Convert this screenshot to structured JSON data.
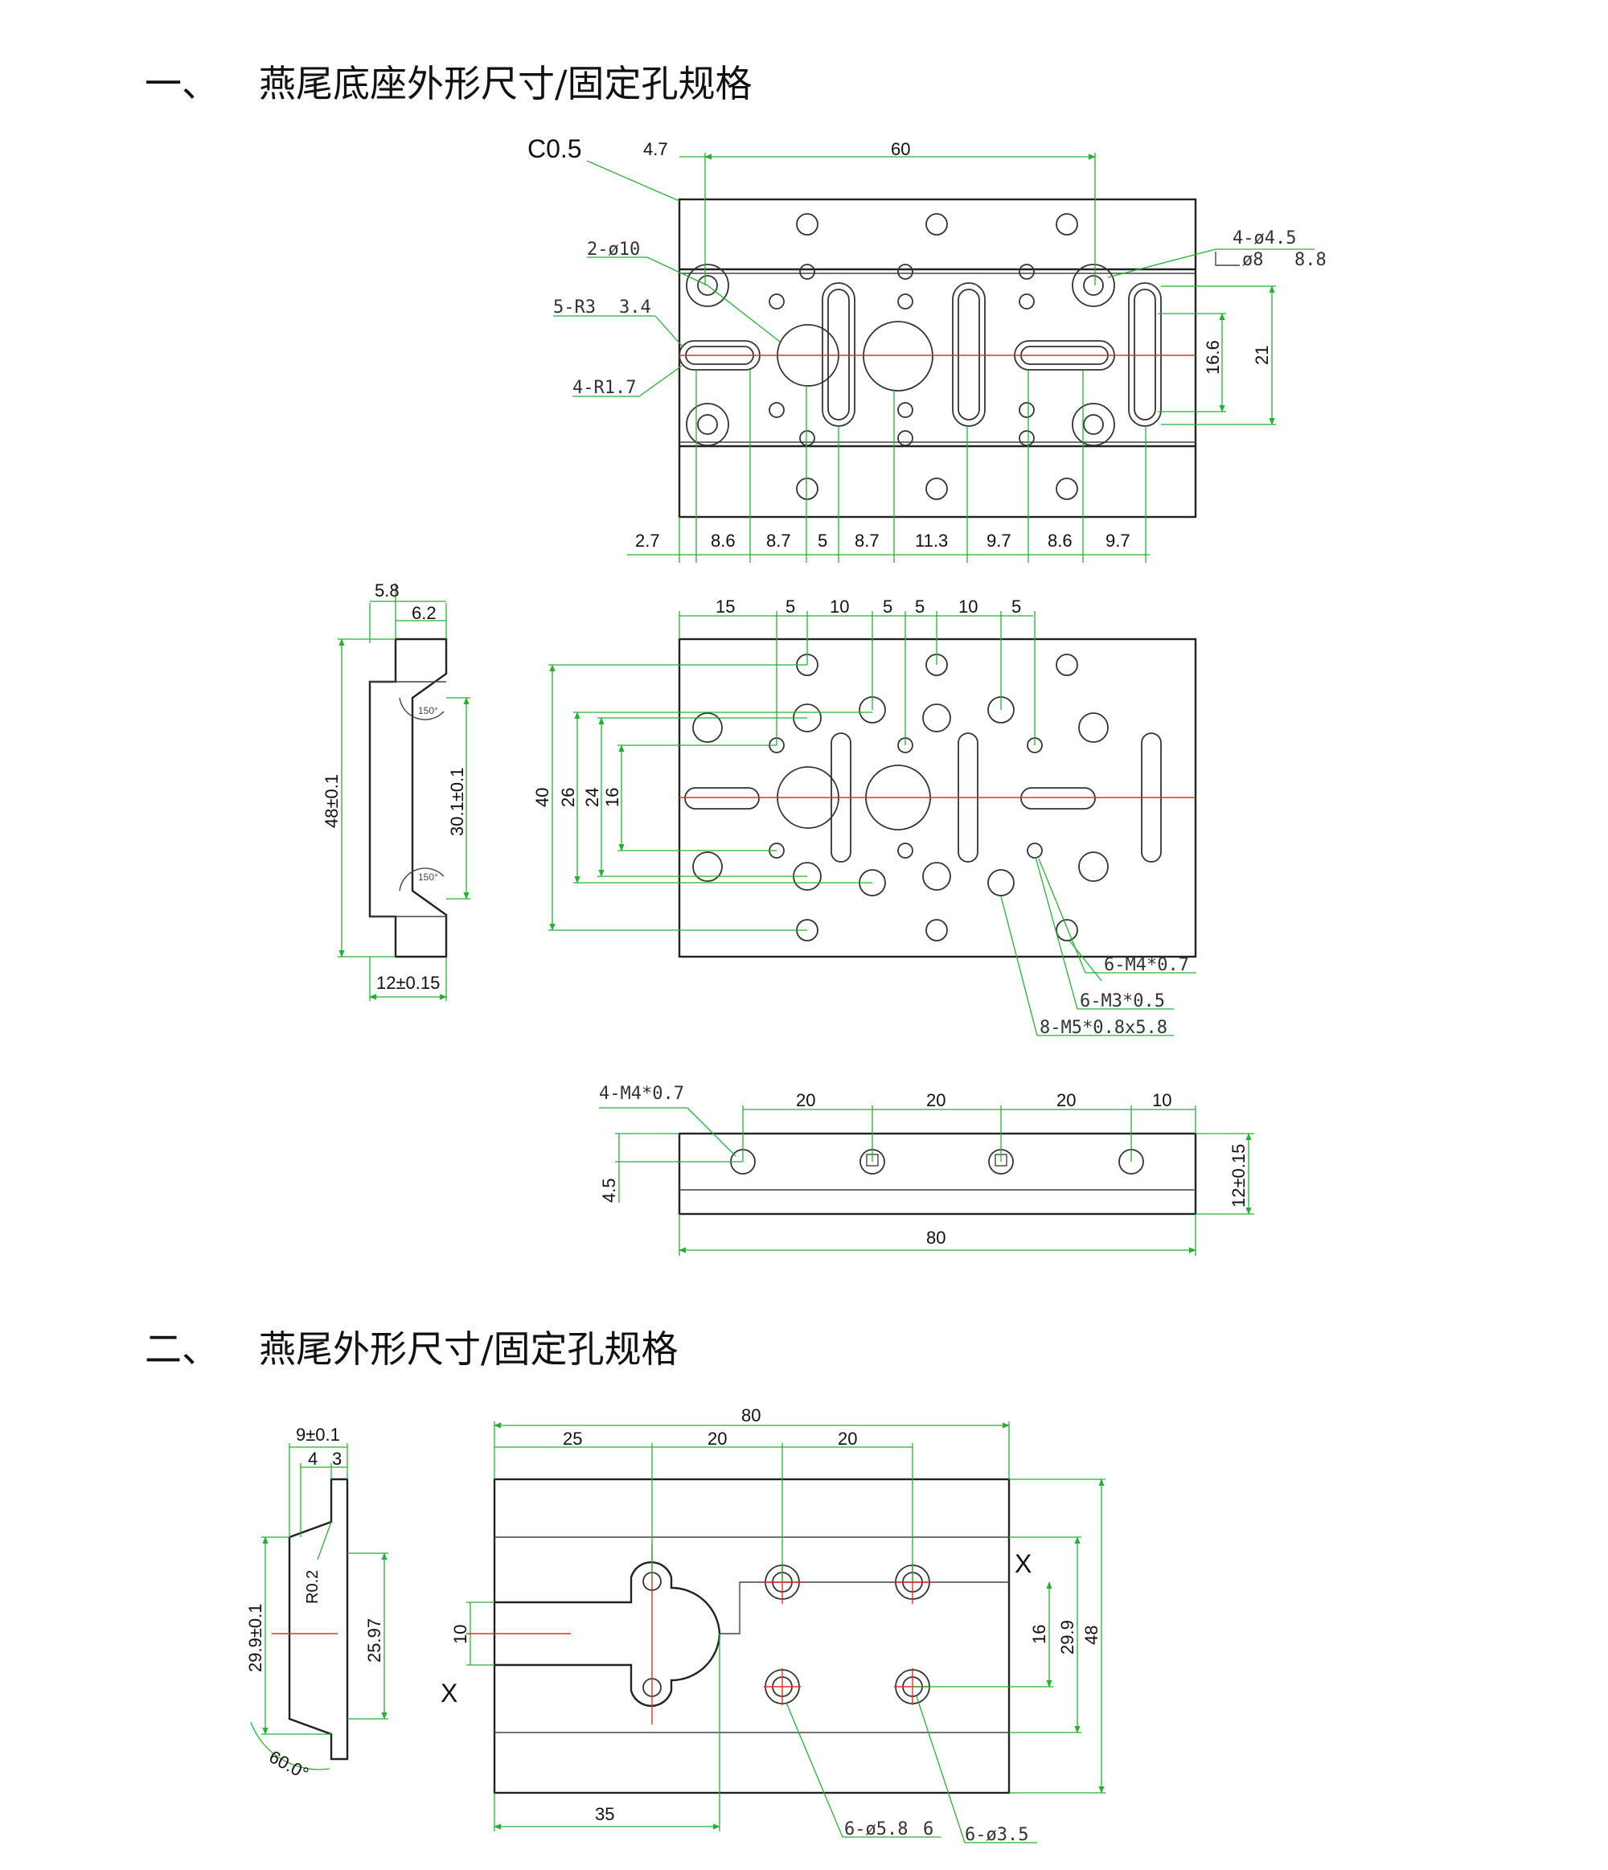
{
  "section1": {
    "number": "一、",
    "title": "燕尾底座外形尺寸/固定孔规格"
  },
  "section2": {
    "number": "二、",
    "title": "燕尾外形尺寸/固定孔规格"
  },
  "base_top_view": {
    "chamfer": "C0.5",
    "dims_top": [
      "4.7",
      "60"
    ],
    "dims_right": [
      "16.6",
      "21"
    ],
    "dims_bottom": [
      "2.7",
      "8.6",
      "8.7",
      "5",
      "8.7",
      "11.3",
      "9.7",
      "8.6",
      "9.7"
    ],
    "callouts": {
      "holes_10": "2-ø10",
      "r3": "5-R3",
      "r3_depth": "3.4",
      "r17": "4-R1.7",
      "cb_45": "4-ø4.5",
      "cb_45_detail": "ø8",
      "cb_45_depth": "8.8"
    }
  },
  "base_side_view": {
    "dims_top": [
      "5.8",
      "6.2"
    ],
    "height": "48±0.1",
    "inner": "30.1±0.1",
    "width": "12±0.15",
    "angle_mark": "150°"
  },
  "base_bottom_view": {
    "dims_top": [
      "15",
      "5",
      "10",
      "5",
      "5",
      "10",
      "5"
    ],
    "dims_left": [
      "40",
      "26",
      "24",
      "16"
    ],
    "callouts": [
      "6-M4*0.7",
      "6-M3*0.5",
      "8-M5*0.8x5.8"
    ]
  },
  "base_front_view": {
    "callout": "4-M4*0.7",
    "dims_top": [
      "20",
      "20",
      "20",
      "10"
    ],
    "dim_left": "4.5",
    "dim_right": "12±0.15",
    "dim_bottom": "80"
  },
  "dovetail_side_view": {
    "dims_top": [
      "9±0.1",
      "4",
      "3"
    ],
    "radius": "R0.2",
    "height": "29.9±0.1",
    "inner": "25.97",
    "angle": "60.0°"
  },
  "dovetail_top_view": {
    "dim_overall": "80",
    "dims_top": [
      "25",
      "20",
      "20"
    ],
    "dims_right": [
      "16",
      "29.9",
      "48"
    ],
    "dim_left": "10",
    "dim_bottom": "35",
    "section_mark": "X",
    "callouts": [
      "6-ø5.8",
      "6",
      "6-ø3.5"
    ]
  }
}
